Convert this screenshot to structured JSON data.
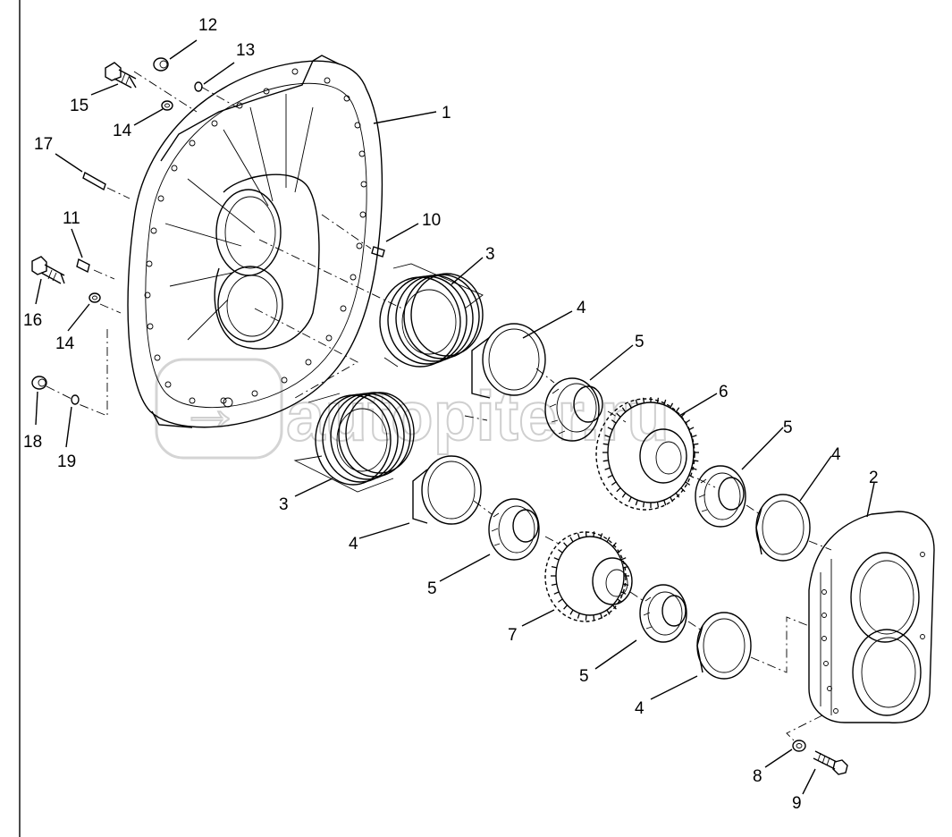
{
  "watermark": "autopiter.ru",
  "callouts": [
    {
      "id": "12",
      "text": "12"
    },
    {
      "id": "13",
      "text": "13"
    },
    {
      "id": "15",
      "text": "15"
    },
    {
      "id": "1",
      "text": "1"
    },
    {
      "id": "14a",
      "text": "14"
    },
    {
      "id": "17",
      "text": "17"
    },
    {
      "id": "11",
      "text": "11"
    },
    {
      "id": "10",
      "text": "10"
    },
    {
      "id": "3a",
      "text": "3"
    },
    {
      "id": "16",
      "text": "16"
    },
    {
      "id": "14b",
      "text": "14"
    },
    {
      "id": "4a",
      "text": "4"
    },
    {
      "id": "5a",
      "text": "5"
    },
    {
      "id": "6",
      "text": "6"
    },
    {
      "id": "5b",
      "text": "5"
    },
    {
      "id": "18",
      "text": "18"
    },
    {
      "id": "19",
      "text": "19"
    },
    {
      "id": "4b",
      "text": "4"
    },
    {
      "id": "2",
      "text": "2"
    },
    {
      "id": "3b",
      "text": "3"
    },
    {
      "id": "4c",
      "text": "4"
    },
    {
      "id": "5c",
      "text": "5"
    },
    {
      "id": "7",
      "text": "7"
    },
    {
      "id": "5d",
      "text": "5"
    },
    {
      "id": "4d",
      "text": "4"
    },
    {
      "id": "8",
      "text": "8"
    },
    {
      "id": "9",
      "text": "9"
    }
  ]
}
